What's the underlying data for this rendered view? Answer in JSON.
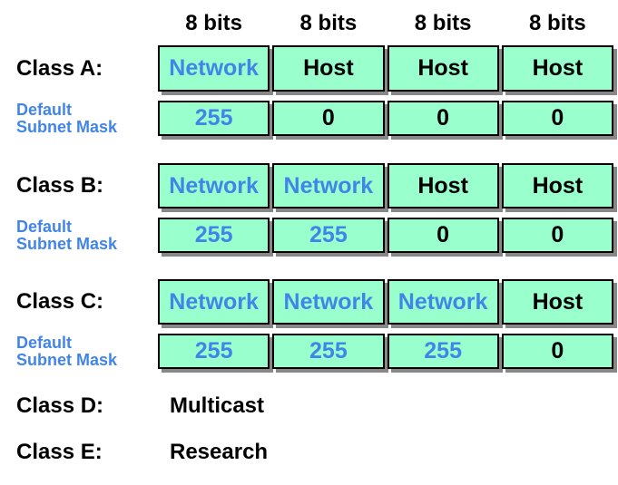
{
  "palette": {
    "box_fill": "#99FFCC",
    "accent_blue": "#4285E8",
    "text_black": "#000000",
    "shadow_gray": "#888888"
  },
  "bits_labels": [
    "8 bits",
    "8 bits",
    "8 bits",
    "8 bits"
  ],
  "subnet_label": {
    "line1": "Default",
    "line2": "Subnet Mask"
  },
  "sections": [
    {
      "class_label": "Class A:",
      "octets": [
        {
          "text": "Network",
          "variant": "network"
        },
        {
          "text": "Host",
          "variant": "host"
        },
        {
          "text": "Host",
          "variant": "host"
        },
        {
          "text": "Host",
          "variant": "host"
        }
      ],
      "mask": [
        {
          "text": "255",
          "variant": "network"
        },
        {
          "text": "0",
          "variant": "host"
        },
        {
          "text": "0",
          "variant": "host"
        },
        {
          "text": "0",
          "variant": "host"
        }
      ]
    },
    {
      "class_label": "Class B:",
      "octets": [
        {
          "text": "Network",
          "variant": "network"
        },
        {
          "text": "Network",
          "variant": "network"
        },
        {
          "text": "Host",
          "variant": "host"
        },
        {
          "text": "Host",
          "variant": "host"
        }
      ],
      "mask": [
        {
          "text": "255",
          "variant": "network"
        },
        {
          "text": "255",
          "variant": "network"
        },
        {
          "text": "0",
          "variant": "host"
        },
        {
          "text": "0",
          "variant": "host"
        }
      ]
    },
    {
      "class_label": "Class C:",
      "octets": [
        {
          "text": "Network",
          "variant": "network"
        },
        {
          "text": "Network",
          "variant": "network"
        },
        {
          "text": "Network",
          "variant": "network"
        },
        {
          "text": "Host",
          "variant": "host"
        }
      ],
      "mask": [
        {
          "text": "255",
          "variant": "network"
        },
        {
          "text": "255",
          "variant": "network"
        },
        {
          "text": "255",
          "variant": "network"
        },
        {
          "text": "0",
          "variant": "host"
        }
      ]
    }
  ],
  "footer": [
    {
      "label": "Class D:",
      "value": "Multicast"
    },
    {
      "label": "Class E:",
      "value": "Research"
    }
  ]
}
